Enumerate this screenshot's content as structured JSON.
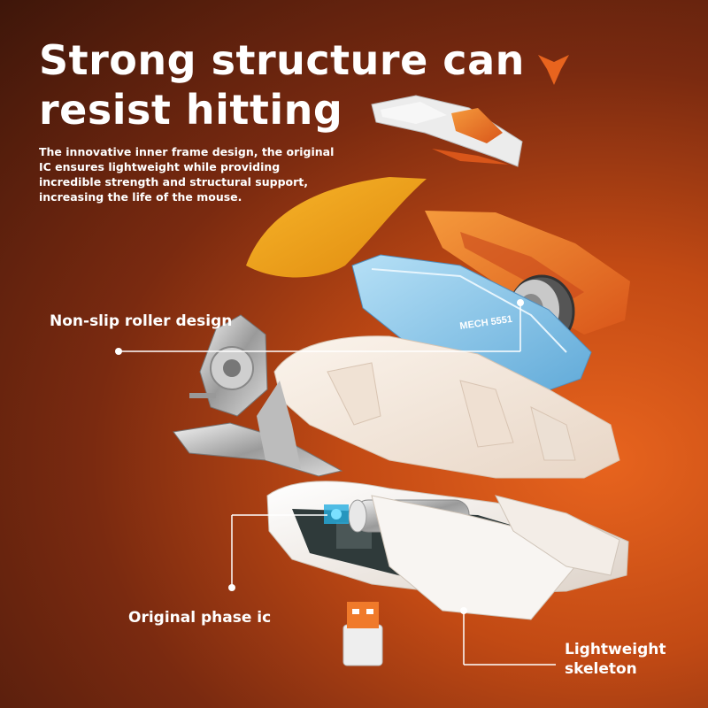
{
  "headline": {
    "line1": "Strong structure can",
    "line2": "resist hitting"
  },
  "description": {
    "line1": "The innovative inner frame design, the original",
    "line2": "IC ensures lightweight while providing",
    "line3": "incredible strength and structural support,",
    "line4": "increasing the life of the mouse."
  },
  "callouts": {
    "roller": "Non-slip roller design",
    "phase_ic": "Original phase ic",
    "skeleton_line1": "Lightweight",
    "skeleton_line2": "skeleton"
  },
  "product": {
    "cover_text": "MECH 5551"
  },
  "colors": {
    "logo_orange": "#e8641e",
    "top_cover_blue": "#7fc2e8",
    "shell_orange": "#f08a2a",
    "shell_yellow": "#f2a41c",
    "frame_white": "#f6ece2",
    "callout_white": "#ffffff"
  },
  "icons": [
    "brand-logo-icon",
    "usb-receiver-icon"
  ]
}
